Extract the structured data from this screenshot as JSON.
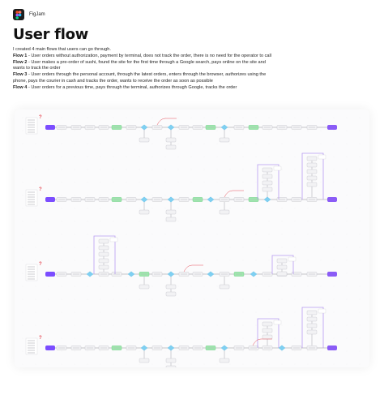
{
  "app": {
    "name": "FigJam",
    "icon": "figjam-logo-icon"
  },
  "page": {
    "title": "User flow"
  },
  "intro": {
    "lead": "I created 4 main flows that users can go through.",
    "flows": [
      {
        "label": "Flow 1",
        "text": " - User orders without authorization, payment by terminal, does not track the order, there is no need for the operator to call"
      },
      {
        "label": "Flow 2",
        "text": " - User makes a pre-order of sushi, found the site for the first time through a Google search, pays online on the site and wants to track the order"
      },
      {
        "label": "Flow 3",
        "text": " - User orders through the personal account, through the latest orders, enters through the browser, authorizes using the phone, pays the courier in cash and tracks the order, wants to receive the order as soon as possible"
      },
      {
        "label": "Flow 4",
        "text": " - User orders for a previous time, pays through the terminal, authorizes through Google, tracks the order"
      }
    ]
  },
  "colors": {
    "start": "#7b4dff",
    "end": "#8b5cf6",
    "step": "#f2f2f4",
    "step_border": "#bdbdc4",
    "decision": "#7fd0f2",
    "success": "#9ee6ad",
    "connector": "#8e8e96",
    "branch": "#b79cf0",
    "warning": "#e6505a",
    "sticky": "#ffffff"
  },
  "diagram": {
    "flows": [
      {
        "name": "flow-1",
        "main_steps": 19,
        "branches": 2
      },
      {
        "name": "flow-2",
        "main_steps": 20,
        "branches": 4
      },
      {
        "name": "flow-3",
        "main_steps": 20,
        "branches": 4
      },
      {
        "name": "flow-4",
        "main_steps": 20,
        "branches": 3
      }
    ]
  }
}
